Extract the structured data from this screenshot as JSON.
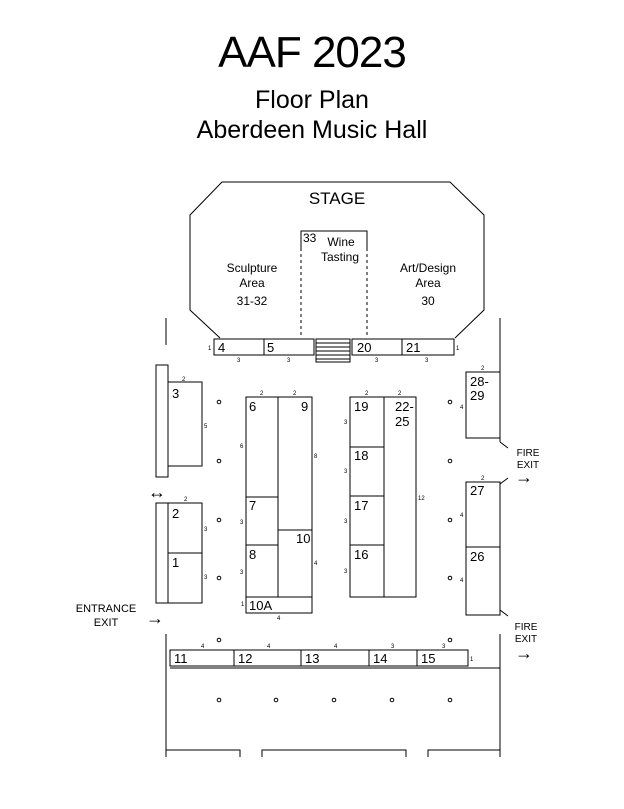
{
  "header": {
    "title": "AAF 2023",
    "subtitle": "Floor Plan",
    "venue": "Aberdeen Music Hall"
  },
  "stage": {
    "label": "STAGE",
    "wine_booth": "33",
    "wine_line1": "Wine",
    "wine_line2": "Tasting",
    "sculpture_line1": "Sculpture",
    "sculpture_line2": "Area",
    "sculpture_booths": "31-32",
    "art_line1": "Art/Design",
    "art_line2": "Area",
    "art_booths": "30"
  },
  "booths": {
    "b1": "1",
    "b2": "2",
    "b3": "3",
    "b4": "4",
    "b5": "5",
    "b6": "6",
    "b7": "7",
    "b8": "8",
    "b9": "9",
    "b10": "10",
    "b10a": "10A",
    "b11": "11",
    "b12": "12",
    "b13": "13",
    "b14": "14",
    "b15": "15",
    "b16": "16",
    "b17": "17",
    "b18": "18",
    "b19": "19",
    "b20": "20",
    "b21": "21",
    "b2225_top": "22-",
    "b2225_bot": "25",
    "b26": "26",
    "b27": "27",
    "b2829_top": "28-",
    "b2829_bot": "29"
  },
  "dimensions": {
    "d1": "1",
    "d2": "2",
    "d3": "3",
    "d4": "4",
    "d5": "5",
    "d6": "6",
    "d8": "8",
    "d12": "12"
  },
  "labels": {
    "entrance": "ENTRANCE",
    "exit": "EXIT",
    "fire": "FIRE",
    "fire_exit_word": "EXIT"
  },
  "icons": {
    "arrow_right": "→",
    "arrow_both": "↔"
  }
}
